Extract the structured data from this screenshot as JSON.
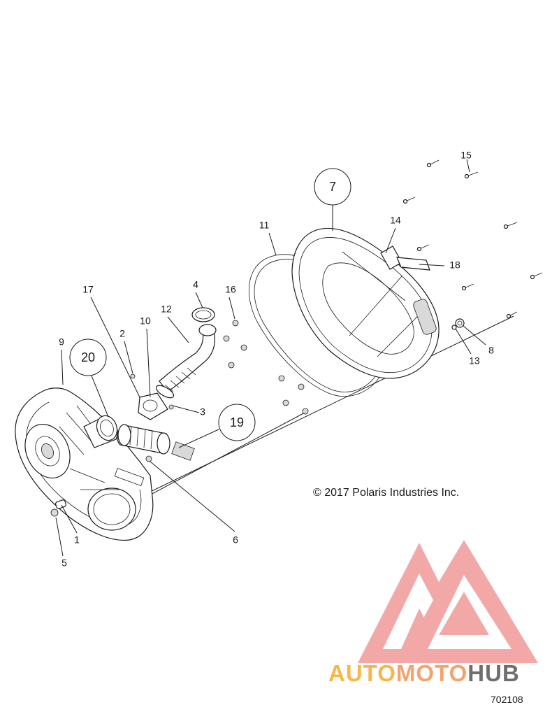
{
  "callouts": {
    "c1": "1",
    "c2": "2",
    "c3": "3",
    "c4": "4",
    "c5": "5",
    "c6": "6",
    "c8": "8",
    "c9": "9",
    "c10": "10",
    "c11": "11",
    "c12": "12",
    "c13": "13",
    "c14": "14",
    "c15": "15",
    "c16": "16",
    "c17": "17",
    "c18": "18"
  },
  "circled_callouts": {
    "c7": "7",
    "c19": "19",
    "c20": "20"
  },
  "copyright": "© 2017 Polaris Industries Inc.",
  "figure_number": "702108",
  "watermark": {
    "brand_part1": "AUTO",
    "brand_part2": "MOTO",
    "brand_part3": "HUB"
  },
  "colors": {
    "watermark_red": "#f29a9a",
    "watermark_orange": "#f6b74a",
    "watermark_grey": "#6e6e6e"
  }
}
